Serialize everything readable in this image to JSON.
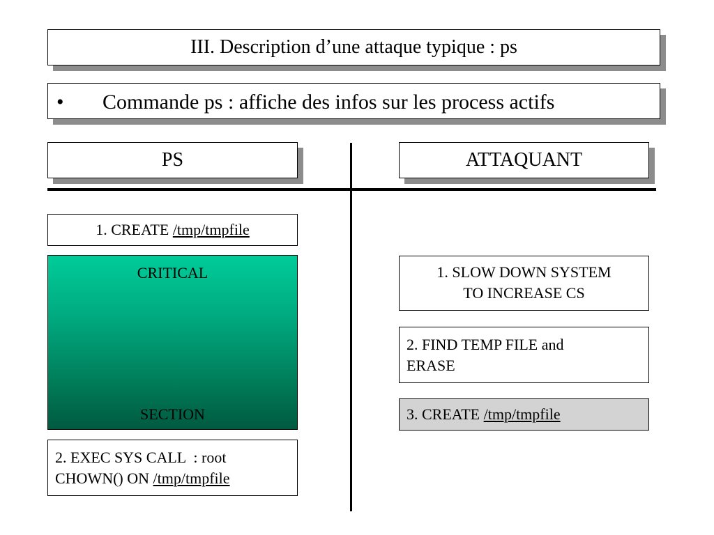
{
  "title": "III. Description d’une attaque typique : ps",
  "subtitle": {
    "bullet": "•",
    "text": "Commande ps : affiche des infos sur les process actifs"
  },
  "columns": {
    "left_header": "PS",
    "right_header": "ATTAQUANT"
  },
  "ps_steps": {
    "step1_prefix": "1. CREATE ",
    "step1_path": "/tmp/tmpfile",
    "critical_top": "CRITICAL",
    "critical_bottom": "SECTION",
    "step2_line1": "2. EXEC SYS CALL  : root",
    "step2_line2_prefix": "CHOWN() ON ",
    "step2_path": "/tmp/tmpfile"
  },
  "attacker_steps": {
    "step1_line1": "1. SLOW DOWN SYSTEM",
    "step1_line2": "TO INCREASE CS",
    "step2_line1": "2. FIND TEMP FILE and",
    "step2_line2": "ERASE",
    "step3_prefix": "3. CREATE ",
    "step3_path": "/tmp/tmpfile"
  },
  "colors": {
    "critical_gradient_top": "#00cc99",
    "critical_gradient_bottom": "#005a40",
    "highlight_box": "#d3d3d3",
    "shadow": "#8c8c8c"
  }
}
